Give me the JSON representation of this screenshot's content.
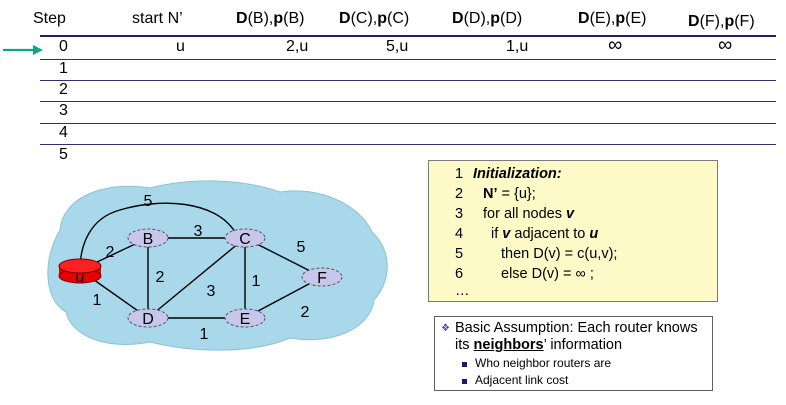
{
  "table": {
    "headers": {
      "step": "Step",
      "start": "start N’",
      "cols": [
        {
          "D": "D",
          "d_arg": "(B),",
          "p": "p",
          "p_arg": "(B)"
        },
        {
          "D": "D",
          "d_arg": "(C),",
          "p": "p",
          "p_arg": "(C)"
        },
        {
          "D": "D",
          "d_arg": "(D),",
          "p": "p",
          "p_arg": "(D)"
        },
        {
          "D": "D",
          "d_arg": "(E),",
          "p": "p",
          "p_arg": "(E)"
        },
        {
          "D": "D",
          "d_arg": "(F),",
          "p": "p",
          "p_arg": "(F)"
        }
      ]
    },
    "steps": [
      "0",
      "1",
      "2",
      "3",
      "4",
      "5"
    ],
    "row0": {
      "start": "u",
      "values": [
        "2,u",
        "5,u",
        "1,u",
        "∞",
        "∞"
      ]
    }
  },
  "graph": {
    "nodes": [
      "u",
      "B",
      "C",
      "D",
      "E",
      "F"
    ],
    "edge_costs": {
      "u_C": "5",
      "u_B": "2",
      "B_C": "3",
      "C_F": "5",
      "B_D": "2",
      "C_E": "1",
      "D_C": "3",
      "u_D": "1",
      "D_E": "1",
      "E_F": "2"
    },
    "colors": {
      "cloud": "#a8d8ea",
      "router": "#c9c6ec",
      "source_router": "#e60000"
    }
  },
  "algorithm": {
    "lines": [
      {
        "n": "1",
        "text": "Initialization:"
      },
      {
        "n": "2",
        "text_pre": "N’",
        "text_post": " = {u};"
      },
      {
        "n": "3",
        "text_pre": "for all nodes ",
        "text_post": "v"
      },
      {
        "n": "4",
        "text_pre": "if ",
        "text_mid": "v",
        "text_mid2": " adjacent to ",
        "text_post": "u"
      },
      {
        "n": "5",
        "text": "then D(v) = c(u,v);"
      },
      {
        "n": "6",
        "text": "else D(v) = ∞  ;"
      }
    ],
    "ellipsis": "…"
  },
  "assumption": {
    "line1": "Basic Assumption: Each router knows",
    "line2_pre": "its ",
    "line2_bold": "neighbors",
    "line2_post": "’ information",
    "bullets": [
      "Who neighbor routers are",
      "Adjacent link cost"
    ]
  }
}
